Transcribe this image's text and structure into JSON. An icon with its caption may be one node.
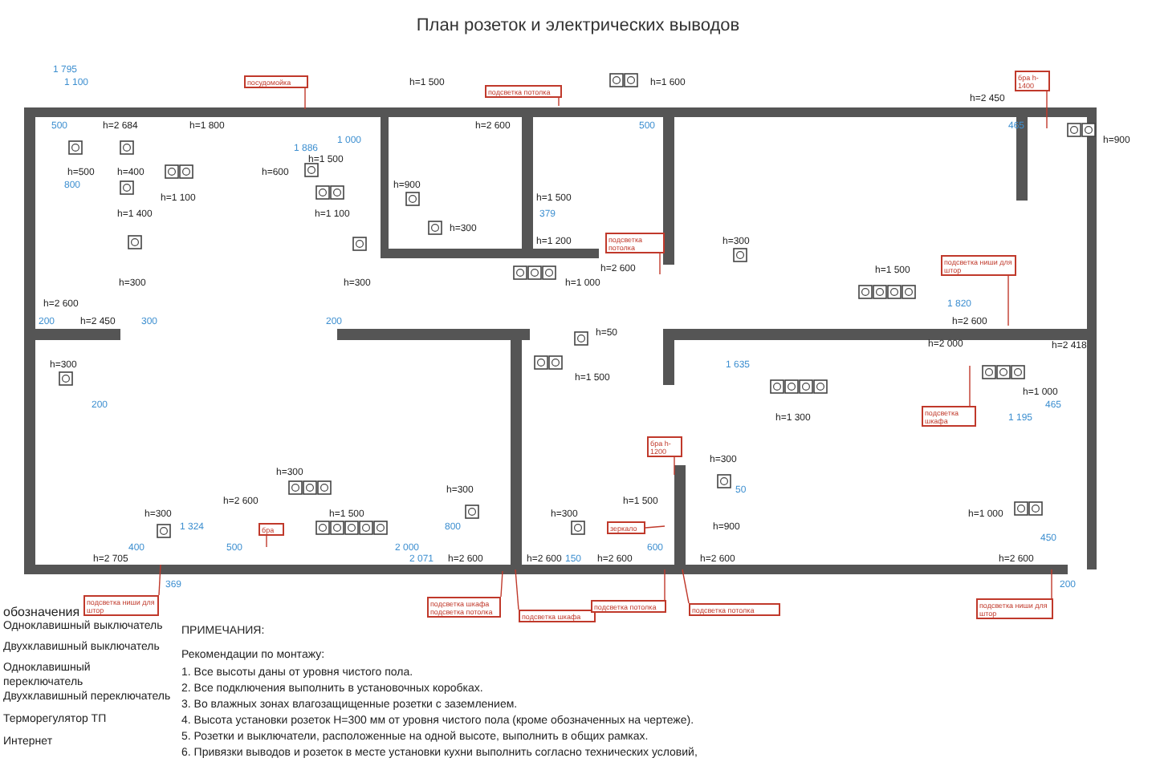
{
  "diagram": {
    "title": "План розеток и электрических выводов",
    "nodes": [
      {
        "text": [
          "посудомойка"
        ]
      },
      {
        "text": [
          "подсветка потолка"
        ]
      },
      {
        "text": [
          "подсветка потолка"
        ]
      },
      {
        "text": [
          "бра h-1400"
        ]
      },
      {
        "text": [
          "подсветка ниши для штор"
        ]
      },
      {
        "text": [
          "подсветка шкафа"
        ]
      },
      {
        "text": [
          "бра"
        ]
      },
      {
        "text": [
          "подсветка ниши для штор"
        ]
      },
      {
        "text": [
          "подсветка шкафа подсветка потолка"
        ]
      },
      {
        "text": [
          "подсветка шкафа"
        ]
      },
      {
        "text": [
          "бра h-1200"
        ]
      },
      {
        "text": [
          "зеркало"
        ]
      },
      {
        "text": [
          "подсветка потолка"
        ]
      },
      {
        "text": [
          "подсветка потолка"
        ]
      },
      {
        "text": [
          "подсветка ниши для штор"
        ]
      }
    ],
    "edges": [
      {
        "from": 0,
        "to": null,
        "arrow": "none"
      },
      {
        "from": 1,
        "to": null,
        "arrow": "none"
      },
      {
        "from": 2,
        "to": null,
        "arrow": "none"
      },
      {
        "from": 3,
        "to": null,
        "arrow": "none"
      },
      {
        "from": 4,
        "to": null,
        "arrow": "none"
      },
      {
        "from": 5,
        "to": null,
        "arrow": "none"
      },
      {
        "from": 6,
        "to": null,
        "arrow": "none"
      },
      {
        "from": 7,
        "to": null,
        "arrow": "none"
      },
      {
        "from": 8,
        "to": null,
        "arrow": "none"
      },
      {
        "from": 9,
        "to": null,
        "arrow": "none"
      },
      {
        "from": 10,
        "to": null,
        "arrow": "none"
      },
      {
        "from": 11,
        "to": null,
        "arrow": "none"
      },
      {
        "from": 12,
        "to": null,
        "arrow": "none"
      },
      {
        "from": 13,
        "to": null,
        "arrow": "none"
      },
      {
        "from": 14,
        "to": null,
        "arrow": "none"
      }
    ],
    "labels": [
      "1 795",
      "1 100",
      "h=1 500",
      "h=1 600",
      "h=2 450",
      "500",
      "h=2 684",
      "h=1 800",
      "h=2 600",
      "500",
      "465",
      "1 000",
      "h=900",
      "1 886",
      "h=1 500",
      "h=500",
      "h=400",
      "h=600",
      "800",
      "h=900",
      "h=1 100",
      "h=1 500",
      "h=1 400",
      "h=1 100",
      "379",
      "h=300",
      "h=1 200",
      "h=300",
      "h=2 600",
      "h=1 500",
      "h=300",
      "h=300",
      "h=1 000",
      "h=2 600",
      "1 820",
      "200",
      "h=2 450",
      "300",
      "200",
      "h=2 600",
      "h=50",
      "h=2 000",
      "h=2 418",
      "h=300",
      "1 635",
      "h=1 500",
      "h=1 000",
      "200",
      "465",
      "h=1 300",
      "1 195",
      "h=300",
      "h=300",
      "h=300",
      "50",
      "h=2 600",
      "h=1 500",
      "h=300",
      "h=1 500",
      "h=300",
      "h=1 000",
      "1 324",
      "800",
      "h=900",
      "450",
      "400",
      "500",
      "2 000",
      "600",
      "h=2 705",
      "2 071",
      "h=2 600",
      "h=2 600",
      "150",
      "h=2 600",
      "h=2 600",
      "h=2 600",
      "369",
      "200",
      "обозначения",
      "ПРИМЕЧАНИЯ:",
      "Рекомендации по монтажу:",
      "1. Все высоты даны от уровня чистого пола.",
      "2. Все подключения выполнить в установочных коробках.",
      "3. Во влажных зонах влагозащищенные розетки с заземлением.",
      "4. Высота установки розеток H=300 мм от уровня чистого пола (кроме обозначенных на чертеже).",
      "5. Розетки и выключатели, расположенные на одной высоте, выполнить в общих рамках.",
      "6. Привязки выводов и розеток в месте установки кухни выполнить согласно технических условий,"
    ],
    "legend": [
      {
        "text": "Одноклавишный выключатель"
      },
      {
        "text": "Двухклавишный выключатель"
      },
      {
        "text": "Одноклавишный переключатель"
      },
      {
        "text": "Двухклавишный переключатель"
      },
      {
        "text": "Терморегулятор ТП"
      },
      {
        "text": "Интернет"
      }
    ]
  }
}
